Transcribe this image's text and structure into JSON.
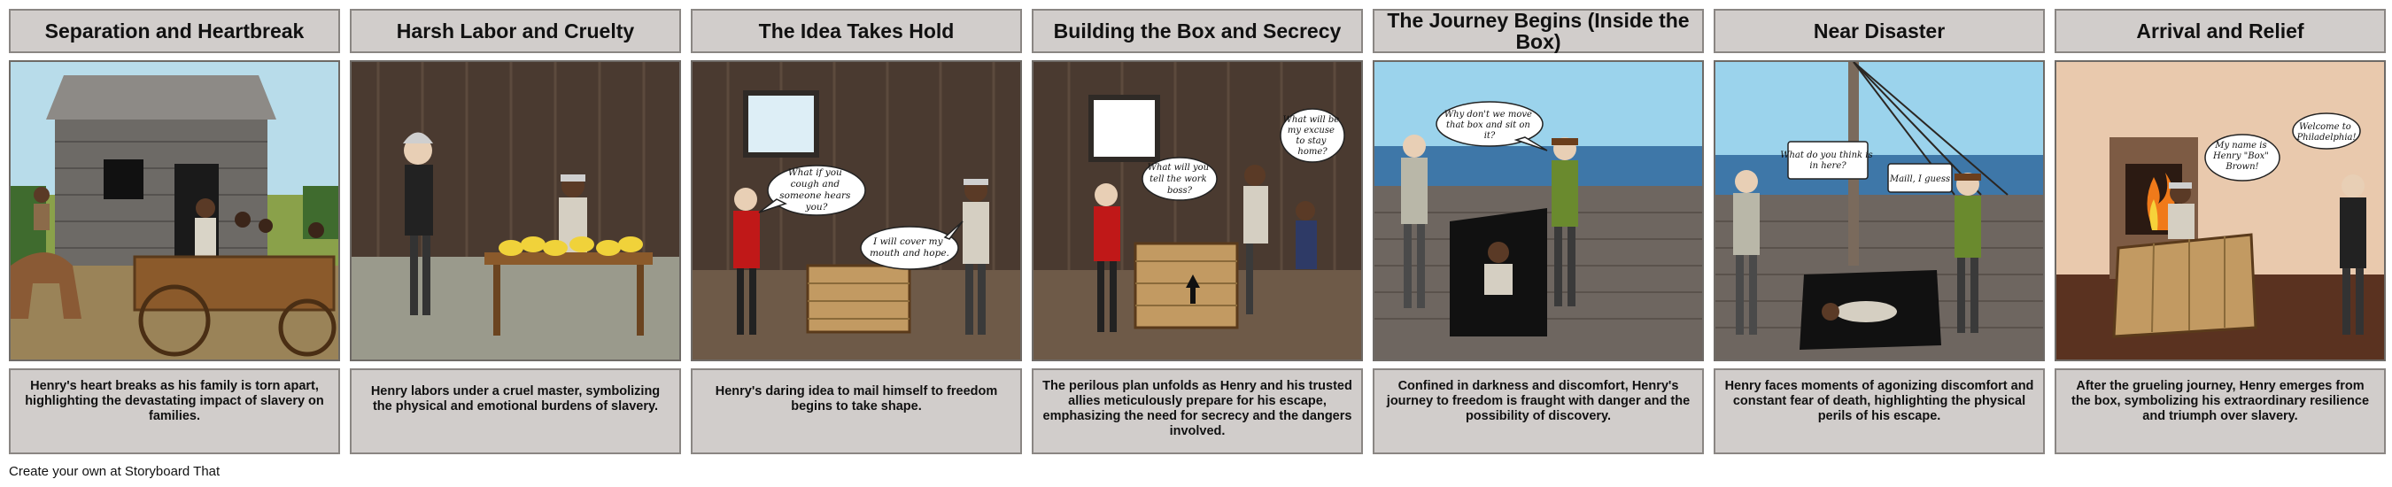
{
  "cells": [
    {
      "title": "Separation and Heartbreak",
      "caption": "Henry's heart breaks as his family is torn apart, highlighting the devastating impact of slavery on families.",
      "bubbles": []
    },
    {
      "title": "Harsh Labor and Cruelty",
      "caption": "Henry labors under a cruel master, symbolizing the physical and emotional burdens of slavery.",
      "bubbles": []
    },
    {
      "title": "The Idea Takes Hold",
      "caption": "Henry's daring idea to mail himself to freedom begins to take shape.",
      "bubbles": [
        [
          "What if you",
          "cough and",
          "someone hears",
          "you?"
        ],
        [
          "I will cover my",
          "mouth and hope."
        ]
      ]
    },
    {
      "title": "Building the Box and Secrecy",
      "caption": "The perilous plan unfolds as Henry and his trusted allies meticulously prepare for his escape, emphasizing the need for secrecy and the dangers involved.",
      "bubbles": [
        [
          "What will you",
          "tell the work",
          "boss?"
        ],
        [
          "What will be",
          "my excuse",
          "to stay",
          "home?"
        ]
      ]
    },
    {
      "title": "The Journey Begins (Inside the Box)",
      "caption": "Confined in darkness and discomfort, Henry's journey to freedom is fraught with danger and the possibility of discovery.",
      "bubbles": [
        [
          "Why don't we move",
          "that box and sit on",
          "it?"
        ]
      ]
    },
    {
      "title": "Near Disaster",
      "caption": "Henry faces moments of agonizing discomfort and constant fear of death, highlighting the physical perils of his escape.",
      "bubbles": [
        [
          "What do you think is",
          "in here?"
        ],
        [
          "Maill, I guess"
        ]
      ]
    },
    {
      "title": "Arrival and Relief",
      "caption": "After the grueling journey, Henry emerges from the box, symbolizing his extraordinary resilience and triumph over slavery.",
      "bubbles": [
        [
          "My name is",
          "Henry \"Box\"",
          "Brown!"
        ],
        [
          "Welcome to",
          "Philadelphia!"
        ]
      ]
    }
  ],
  "footer": "Create your own at Storyboard That"
}
